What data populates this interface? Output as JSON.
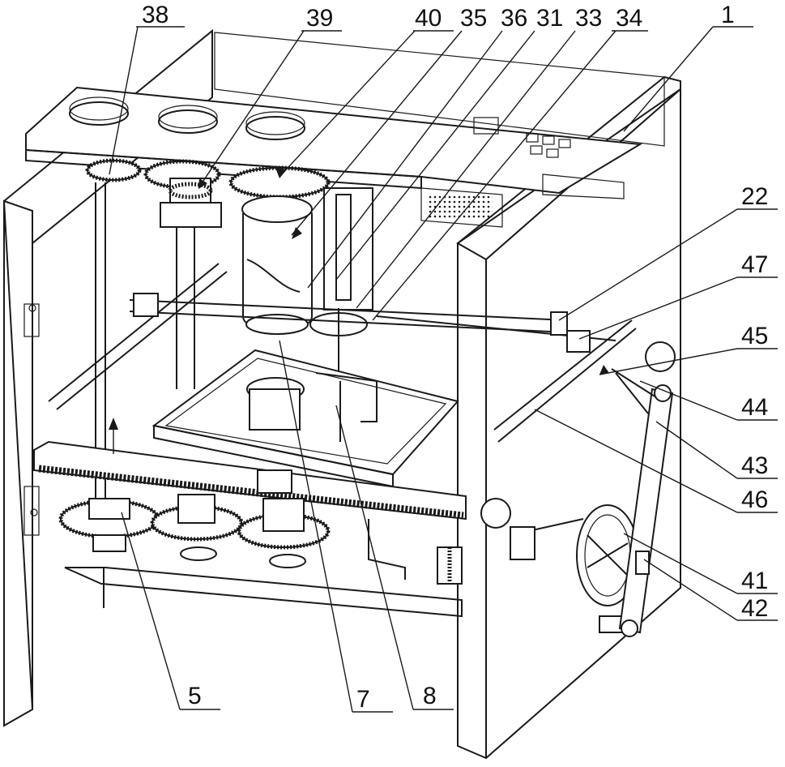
{
  "labels": {
    "l38": "38",
    "l39": "39",
    "l40": "40",
    "l35": "35",
    "l36": "36",
    "l31": "31",
    "l33": "33",
    "l34": "34",
    "l1": "1",
    "l22": "22",
    "l47": "47",
    "l45": "45",
    "l44": "44",
    "l43": "43",
    "l46": "46",
    "l41": "41",
    "l42": "42",
    "l5": "5",
    "l7": "7",
    "l8": "8"
  }
}
